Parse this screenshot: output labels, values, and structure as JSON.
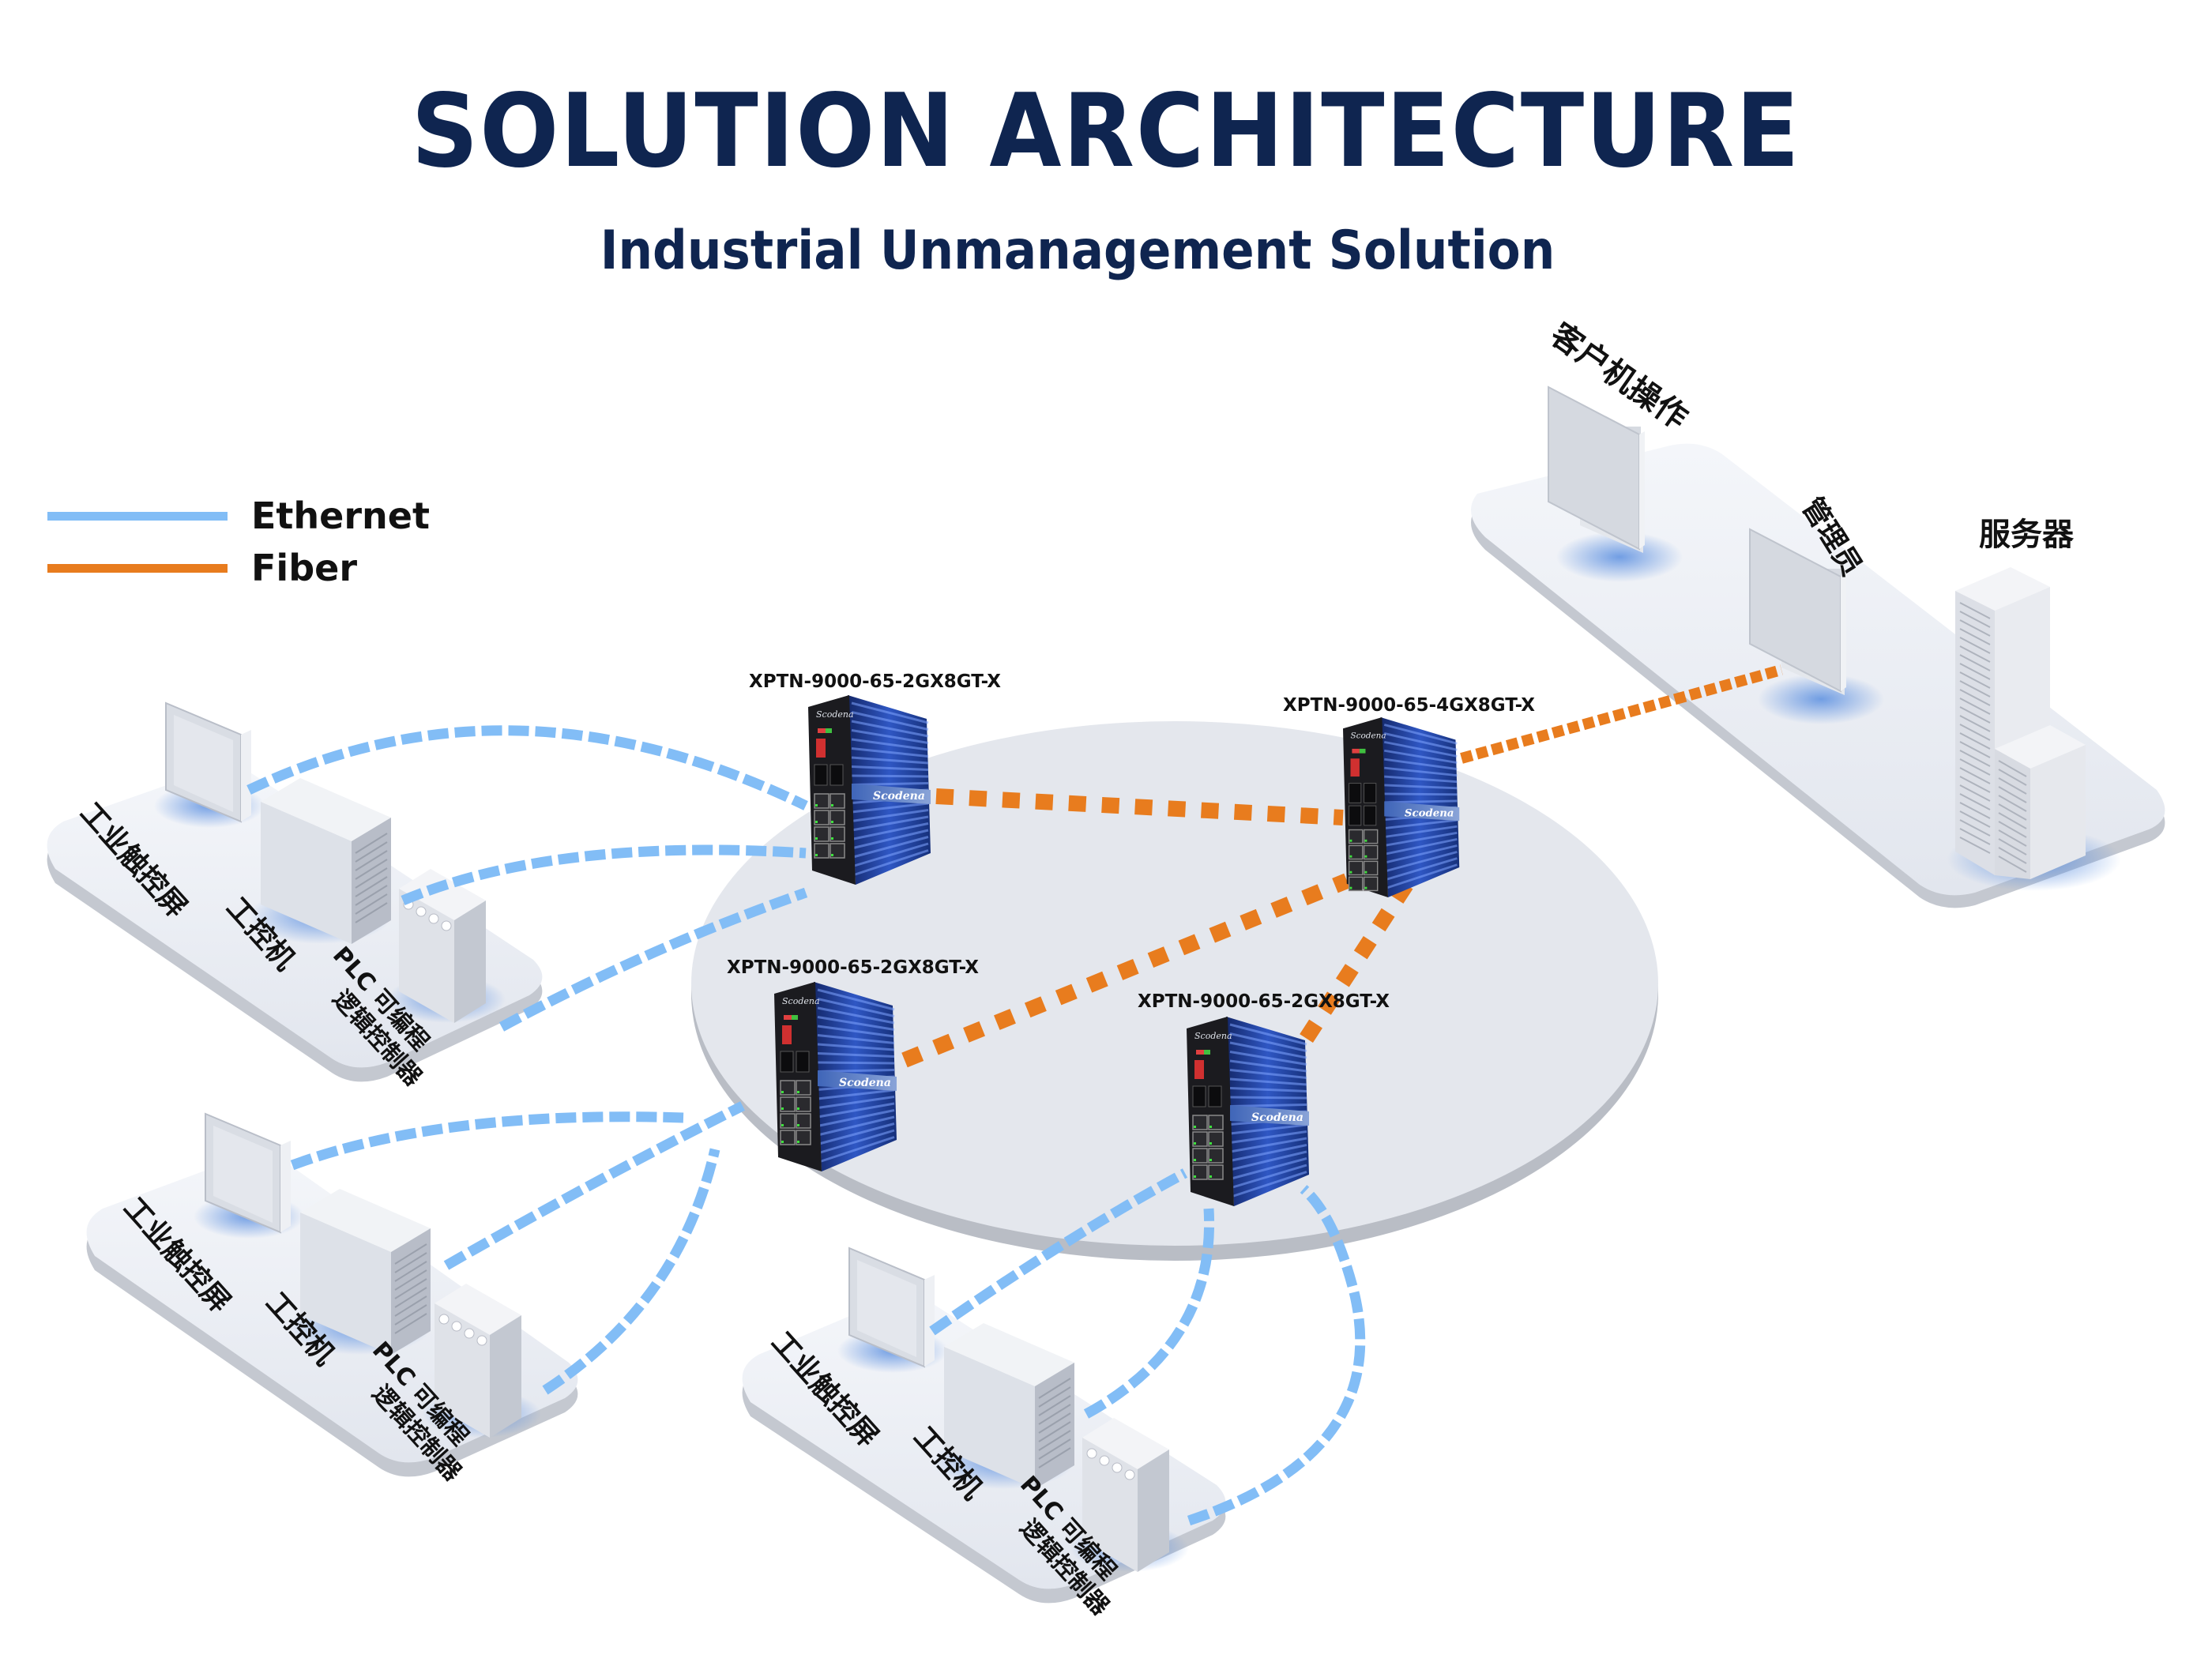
{
  "header": {
    "title": "SOLUTION ARCHITECTURE",
    "subtitle": "Industrial Unmanagement Solution"
  },
  "legend": {
    "items": [
      {
        "label": "Ethernet",
        "color": "#82bdf6"
      },
      {
        "label": "Fiber",
        "color": "#e87c1e"
      }
    ]
  },
  "colors": {
    "ethernet": "#82bdf6",
    "fiber": "#e87c1e",
    "switch_body": "#1f3f95",
    "switch_face": "#1b1b1f",
    "platform": "#e8ebf1",
    "ring": "#e3e6ec"
  },
  "switches": [
    {
      "id": "sw1",
      "model": "XPTN-9000-65-2GX8GT-X",
      "brand": "Scodena",
      "uplink_ports": 2
    },
    {
      "id": "sw2",
      "model": "XPTN-9000-65-4GX8GT-X",
      "brand": "Scodena",
      "uplink_ports": 4
    },
    {
      "id": "sw3",
      "model": "XPTN-9000-65-2GX8GT-X",
      "brand": "Scodena",
      "uplink_ports": 2
    },
    {
      "id": "sw4",
      "model": "XPTN-9000-65-2GX8GT-X",
      "brand": "Scodena",
      "uplink_ports": 2
    }
  ],
  "control_center": {
    "client_label": "客户机操作",
    "admin_label": "管理员",
    "server_label": "服务器"
  },
  "field_clusters": [
    {
      "id": "cluster-1",
      "switch": "sw1",
      "touchscreen_label": "工业触控屏",
      "ipc_label": "工控机",
      "plc_label_line1": "PLC 可编程",
      "plc_label_line2": "逻辑控制器"
    },
    {
      "id": "cluster-2",
      "switch": "sw3",
      "touchscreen_label": "工业触控屏",
      "ipc_label": "工控机",
      "plc_label_line1": "PLC 可编程",
      "plc_label_line2": "逻辑控制器"
    },
    {
      "id": "cluster-3",
      "switch": "sw4",
      "touchscreen_label": "工业触控屏",
      "ipc_label": "工控机",
      "plc_label_line1": "PLC 可编程",
      "plc_label_line2": "逻辑控制器"
    }
  ],
  "links": [
    {
      "from": "sw1",
      "to": "sw2",
      "type": "fiber"
    },
    {
      "from": "sw2",
      "to": "sw3",
      "type": "fiber"
    },
    {
      "from": "sw2",
      "to": "sw4",
      "type": "fiber"
    },
    {
      "from": "sw2",
      "to": "admin",
      "type": "fiber"
    },
    {
      "from": "sw1",
      "to": "cluster-1.touchscreen",
      "type": "ethernet"
    },
    {
      "from": "sw1",
      "to": "cluster-1.ipc",
      "type": "ethernet"
    },
    {
      "from": "sw1",
      "to": "cluster-1.plc",
      "type": "ethernet"
    },
    {
      "from": "sw3",
      "to": "cluster-2.touchscreen",
      "type": "ethernet"
    },
    {
      "from": "sw3",
      "to": "cluster-2.ipc",
      "type": "ethernet"
    },
    {
      "from": "sw3",
      "to": "cluster-2.plc",
      "type": "ethernet"
    },
    {
      "from": "sw4",
      "to": "cluster-3.touchscreen",
      "type": "ethernet"
    },
    {
      "from": "sw4",
      "to": "cluster-3.ipc",
      "type": "ethernet"
    },
    {
      "from": "sw4",
      "to": "cluster-3.plc",
      "type": "ethernet"
    }
  ]
}
